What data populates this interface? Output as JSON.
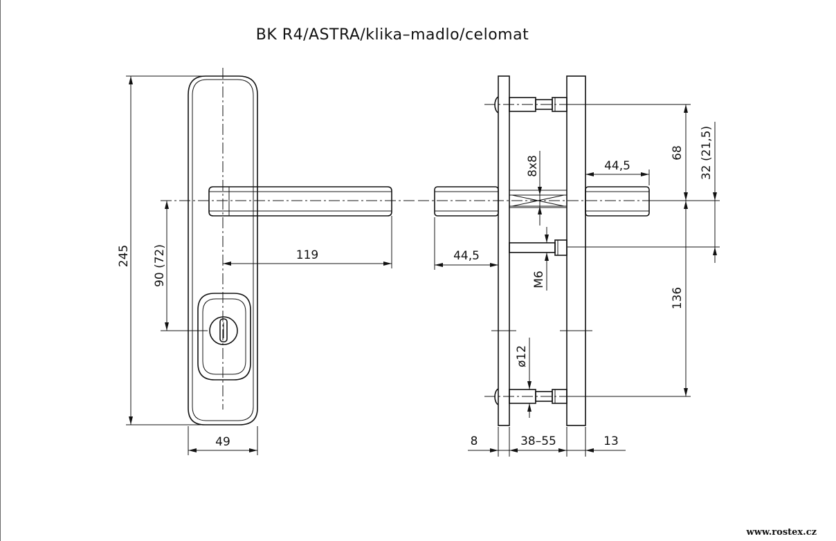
{
  "title": "BK  R4/ASTRA/klika–madlo/celomat",
  "watermark": "www.rostex.cz",
  "front_view": {
    "total_height": "245",
    "handle_to_key": "90 (72)",
    "handle_length": "119",
    "plate_width": "49"
  },
  "side_view": {
    "spindle_length": "44,5",
    "spindle_length_right": "44,5",
    "spindle_square": "8x8",
    "bolt_thread": "M6",
    "pin_diameter": "ø12",
    "upper_offset": "68",
    "upper_offset_alt": "32 (21,5)",
    "lower_offset": "136",
    "outer_plate_thickness": "8",
    "door_thickness": "38–55",
    "inner_plate_thickness": "13"
  }
}
